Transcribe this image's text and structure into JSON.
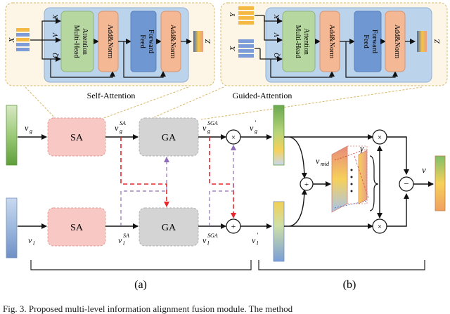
{
  "self_attention": {
    "label": "Self-Attention",
    "input": "X",
    "k": "K",
    "v": "V",
    "q": "Q",
    "mha": [
      "Multi-Head",
      "Attention"
    ],
    "addnorm1": "Add&Norm",
    "ff": [
      "Feed",
      "Forward"
    ],
    "addnorm2": "Add&Norm",
    "output": "Z"
  },
  "guided_attention": {
    "label": "Guided-Attention",
    "input_y": "Y",
    "input_x": "X",
    "k": "K",
    "v": "V",
    "q": "Q",
    "mha": [
      "Multi-Head",
      "Attention"
    ],
    "addnorm1": "Add&Norm",
    "ff": [
      "Feed",
      "Forward"
    ],
    "addnorm2": "Add&Norm",
    "output": "Z"
  },
  "module_a": {
    "sa_top": "SA",
    "ga_top": "GA",
    "sa_bottom": "SA",
    "ga_bottom": "GA",
    "vg_in": "v",
    "vg_in_sub": "g",
    "vg_sa": "v",
    "vg_sa_sub": "g",
    "vg_sa_sup": "SA",
    "vg_sga": "v",
    "vg_sga_sub": "g",
    "vg_sga_sup": "SGA",
    "vg_out": "v",
    "vg_out_sub": "g",
    "vg_out_sup": "'",
    "vl_in": "v",
    "vl_in_sub": "l",
    "vl_sa": "v",
    "vl_sa_sub": "l",
    "vl_sa_sup": "SA",
    "vl_sga": "v",
    "vl_sga_sub": "l",
    "vl_sga_sup": "SGA",
    "vl_out": "v",
    "vl_out_sub": "l",
    "vl_out_sup": "'",
    "op_top": "×",
    "op_bottom": "+"
  },
  "module_b": {
    "vmid": "v",
    "vmid_sub": "mid",
    "gamma": "γ",
    "output": "v",
    "plus": "+",
    "minus": "−",
    "times": "×"
  },
  "panel_labels": {
    "a": "(a)",
    "b": "(b)"
  },
  "caption": "Fig. 3.  Proposed multi-level information alignment fusion module. The method"
}
